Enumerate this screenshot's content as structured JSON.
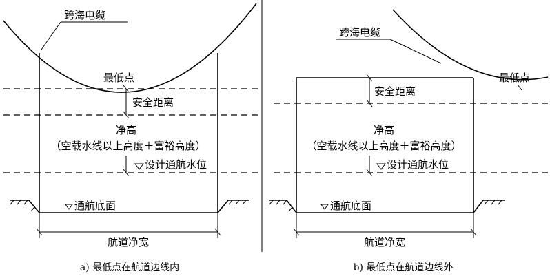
{
  "panel_a": {
    "cable_label": "跨海电缆",
    "lowest_point_label": "最低点",
    "safety_distance_label": "安全距离",
    "clearance_label": "净高",
    "clearance_detail": "（空载水线以上高度＋富裕高度）",
    "design_water_level_label": "设计通航水位",
    "channel_bottom_label": "通航底面",
    "channel_width_label": "航道净宽",
    "caption": "a) 最低点在航道边线内"
  },
  "panel_b": {
    "cable_label": "跨海电缆",
    "lowest_point_label": "最低点",
    "safety_distance_label": "安全距离",
    "clearance_label": "净高",
    "clearance_detail": "（空载水线以上高度＋富裕高度）",
    "design_water_level_label": "设计通航水位",
    "channel_bottom_label": "通航底面",
    "channel_width_label": "航道净宽",
    "caption": "b) 最低点在航道边线外"
  }
}
